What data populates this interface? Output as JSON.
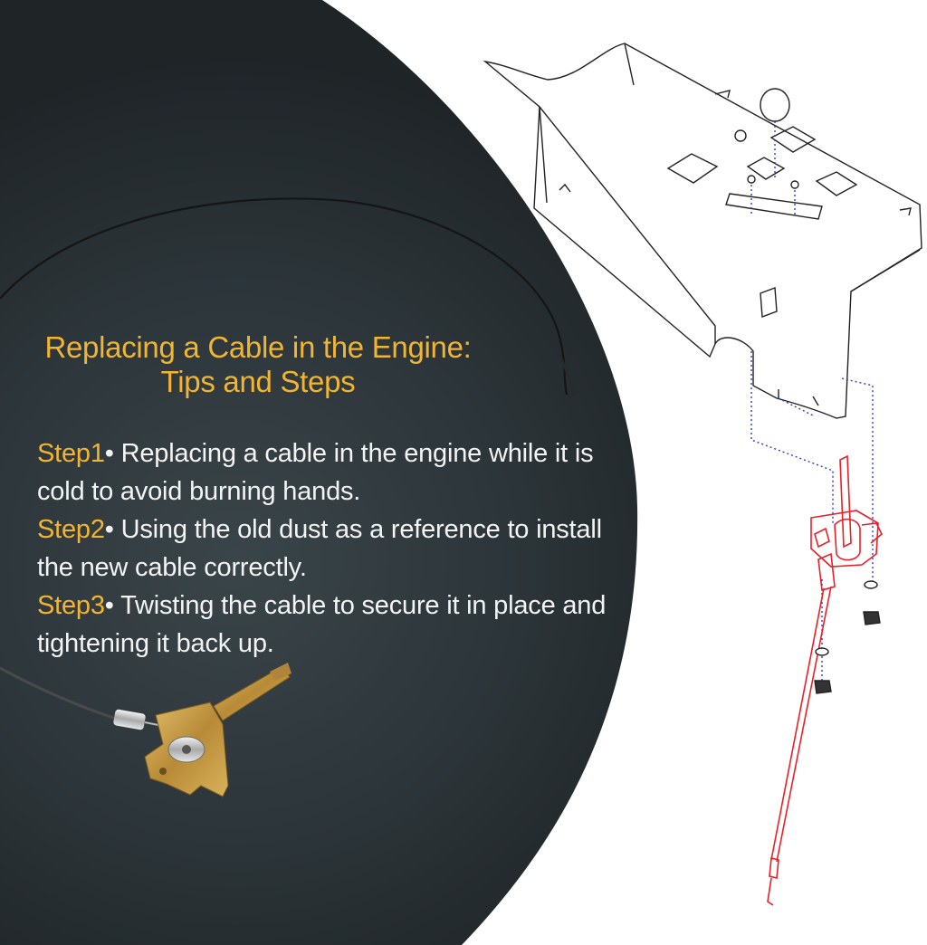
{
  "heading": {
    "line1": "Replacing a Cable in the Engine:",
    "line2": "Tips and Steps"
  },
  "steps": [
    {
      "label": "Step1",
      "bullet": "•",
      "text": " Replacing a cable in the engine while it is cold to avoid burning hands."
    },
    {
      "label": "Step2",
      "bullet": "•",
      "text": " Using the old dust as a reference to install the new cable correctly."
    },
    {
      "label": "Step3",
      "bullet": "•",
      "text": " Twisting the cable to secure it in place and tightening it back up."
    }
  ],
  "colors": {
    "panel_dark": "#1f2427",
    "panel_mid": "#2f383d",
    "accent_gold": "#f2b531",
    "body_text": "#f4f4f4",
    "diagram_line": "#222222",
    "diagram_red": "#e8202a",
    "dotted_blue": "#2b3fbf",
    "bracket_brass": "#c9a14a"
  },
  "icons": [
    "throttle-cable-photo",
    "mounting-plate-diagram",
    "control-lever-assembly"
  ]
}
